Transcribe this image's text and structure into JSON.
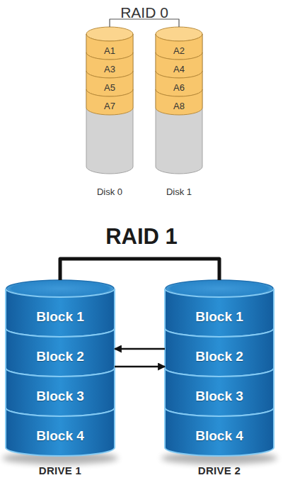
{
  "diagram": {
    "nodes": [
      {
        "text": [
          "Disk 0"
        ]
      },
      {
        "text": [
          "A1"
        ],
        "in": 0
      },
      {
        "text": [
          "A3"
        ],
        "in": 0
      },
      {
        "text": [
          "A5"
        ],
        "in": 0
      },
      {
        "text": [
          "A7"
        ],
        "in": 0
      },
      {
        "text": [
          "Disk 1"
        ]
      },
      {
        "text": [
          "A2"
        ],
        "in": 5
      },
      {
        "text": [
          "A4"
        ],
        "in": 5
      },
      {
        "text": [
          "A6"
        ],
        "in": 5
      },
      {
        "text": [
          "A8"
        ],
        "in": 5
      },
      {
        "text": [
          "DRIVE 1"
        ]
      },
      {
        "text": [
          "Block 1"
        ],
        "in": 10
      },
      {
        "text": [
          "Block 2"
        ],
        "in": 10
      },
      {
        "text": [
          "Block 3"
        ],
        "in": 10
      },
      {
        "text": [
          "Block 4"
        ],
        "in": 10
      },
      {
        "text": [
          "DRIVE 2"
        ]
      },
      {
        "text": [
          "Block 1"
        ],
        "in": 15
      },
      {
        "text": [
          "Block 2"
        ],
        "in": 15
      },
      {
        "text": [
          "Block 3"
        ],
        "in": 15
      },
      {
        "text": [
          "Block 4"
        ],
        "in": 15
      }
    ],
    "edges": [
      {
        "from": 0,
        "to": 5,
        "arrow": "none"
      },
      {
        "from": 10,
        "to": 15,
        "arrow": "none"
      },
      {
        "from": 15,
        "to": 10,
        "arrow": "to"
      },
      {
        "from": 10,
        "to": 15,
        "arrow": "to"
      }
    ],
    "labels": [
      "RAID 0",
      "RAID 1"
    ]
  }
}
